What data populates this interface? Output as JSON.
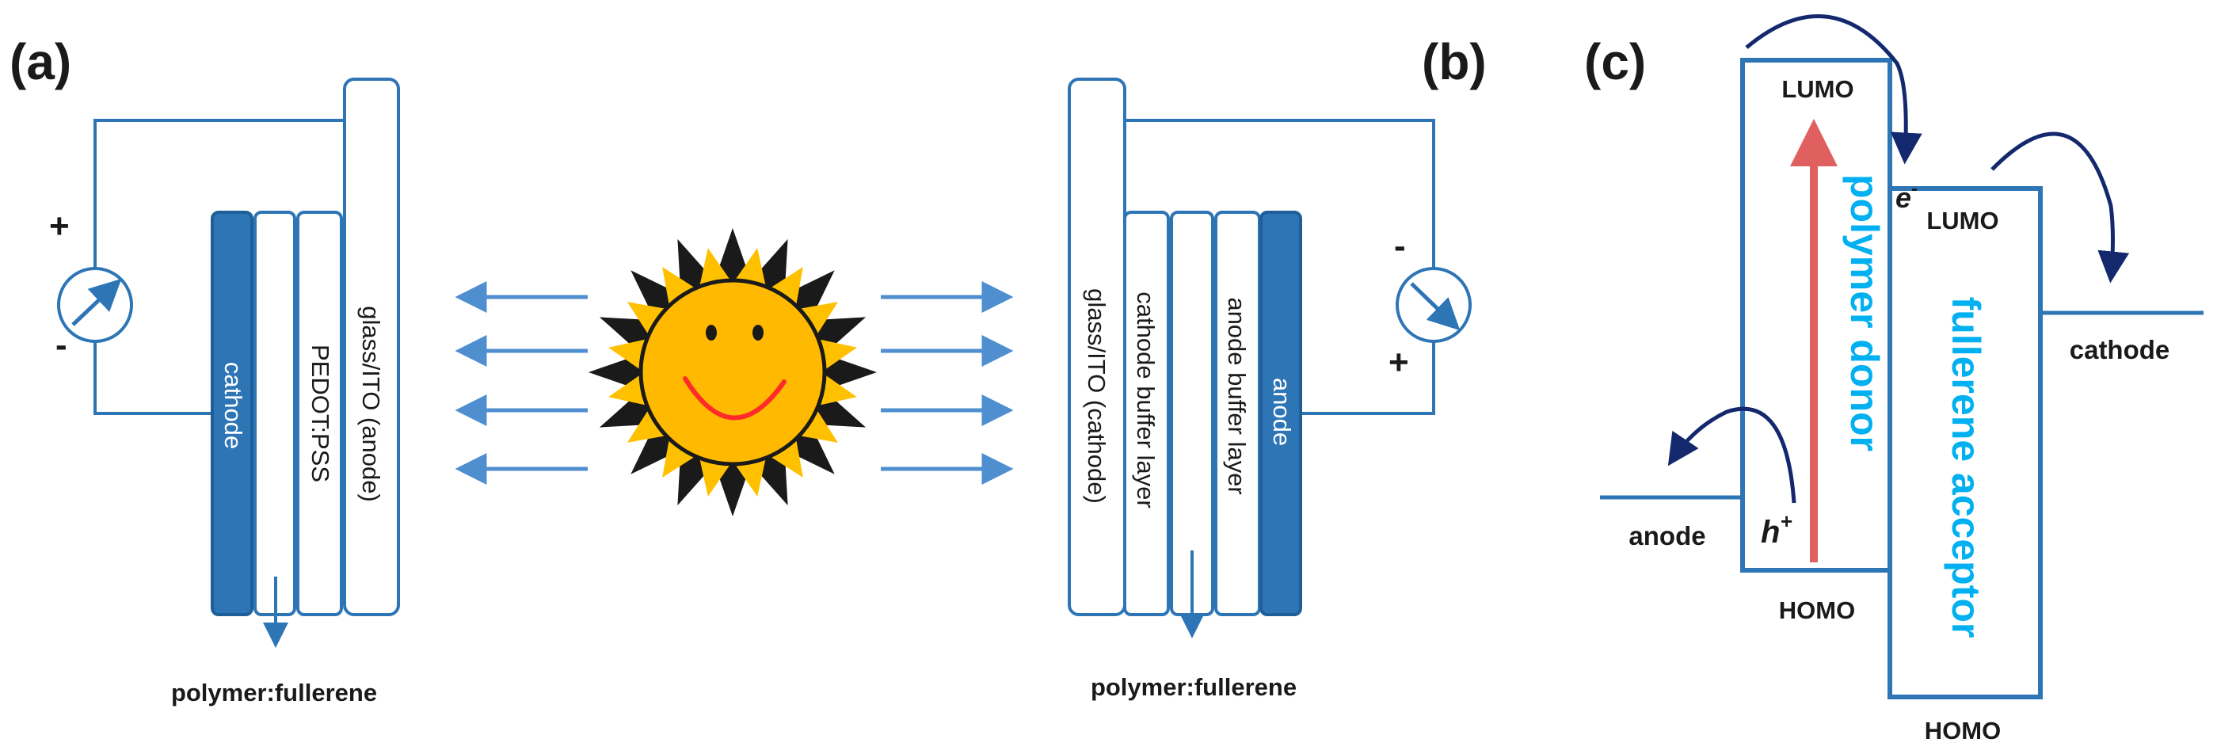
{
  "panels": {
    "a": {
      "label": "(a)",
      "layers": {
        "cathode": "cathode",
        "pedot": "PEDOT:PSS",
        "glass": "glass/ITO (anode)"
      },
      "meter": {
        "plus": "+",
        "minus": "-"
      },
      "active_layer": "polymer:fullerene"
    },
    "b": {
      "label": "(b)",
      "layers": {
        "glass": "glass/ITO (cathode)",
        "cathode_buffer": "cathode buffer layer",
        "anode_buffer": "anode buffer layer",
        "anode": "anode"
      },
      "meter": {
        "plus": "+",
        "minus": "-"
      },
      "active_layer": "polymer:fullerene"
    },
    "c": {
      "label": "(c)",
      "donor": "polymer donor",
      "acceptor": "fullerene acceptor",
      "donor_lumo": "LUMO",
      "donor_homo": "HOMO",
      "acceptor_lumo": "LUMO",
      "acceptor_homo": "HOMO",
      "anode": "anode",
      "cathode": "cathode",
      "electron": "e",
      "electron_sup": "-",
      "hole": "h",
      "hole_sup": "+"
    }
  },
  "colors": {
    "electrode": "#2e75b6",
    "line": "#2e75b6",
    "cyan_text": "#00b0f0",
    "excitation_arrow": "#e06060",
    "sun_fill": "#ffc000",
    "sun_outline": "#1a1a1a"
  },
  "icons": {
    "sun": "smiling-sun-icon",
    "meter": "ammeter-gauge-icon"
  }
}
